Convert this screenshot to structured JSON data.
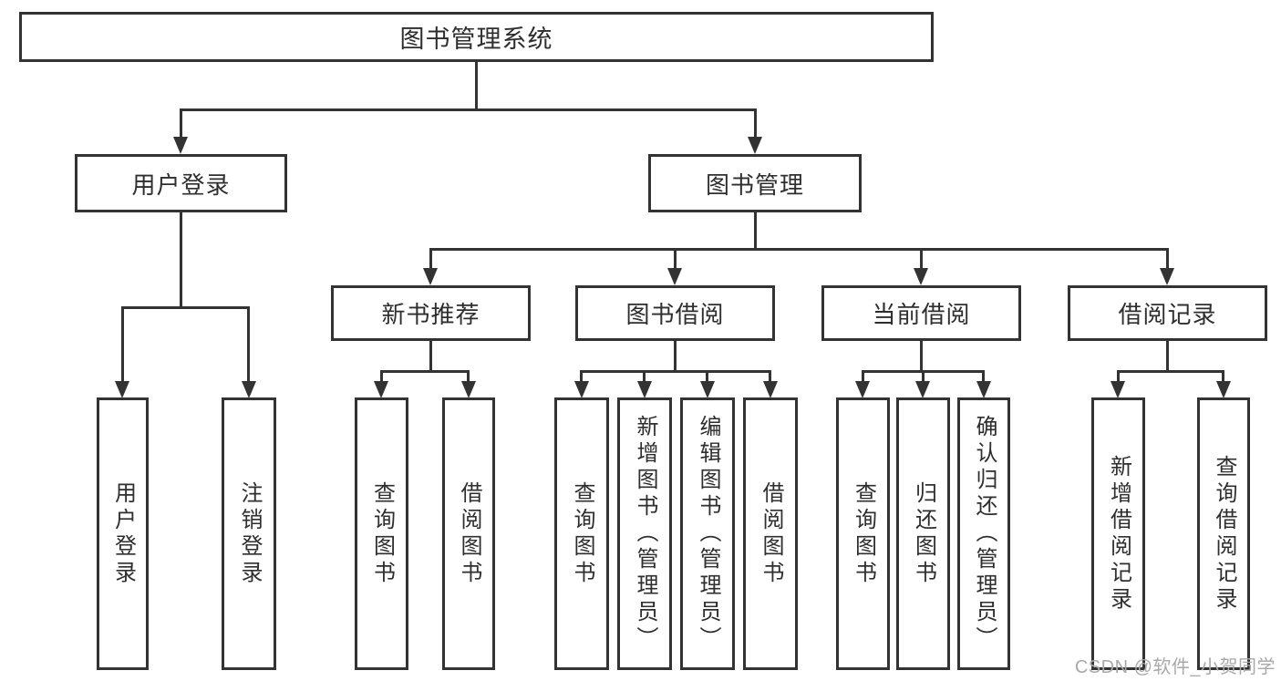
{
  "diagram": {
    "root": {
      "label": "图书管理系统"
    },
    "level2": [
      {
        "label": "用户登录"
      },
      {
        "label": "图书管理"
      }
    ],
    "level3": [
      {
        "label": "新书推荐"
      },
      {
        "label": "图书借阅"
      },
      {
        "label": "当前借阅"
      },
      {
        "label": "借阅记录"
      }
    ],
    "leaves": {
      "user_login": [
        {
          "label": "用户登录"
        },
        {
          "label": "注销登录"
        }
      ],
      "new_book_recommend": [
        {
          "label": "查询图书"
        },
        {
          "label": "借阅图书"
        }
      ],
      "book_borrow": [
        {
          "label": "查询图书"
        },
        {
          "label": "新增图书（管理员）"
        },
        {
          "label": "编辑图书（管理员）"
        },
        {
          "label": "借阅图书"
        }
      ],
      "current_borrow": [
        {
          "label": "查询图书"
        },
        {
          "label": "归还图书"
        },
        {
          "label": "确认归还（管理员）"
        }
      ],
      "borrow_records": [
        {
          "label": "新增借阅记录"
        },
        {
          "label": "查询借阅记录"
        }
      ]
    },
    "colors": {
      "line": "#333333",
      "text": "#2e2e2e",
      "background": "#ffffff",
      "watermark": "#a9a9a9"
    }
  },
  "watermark": {
    "text": "CSDN @软件_小贺同学"
  }
}
